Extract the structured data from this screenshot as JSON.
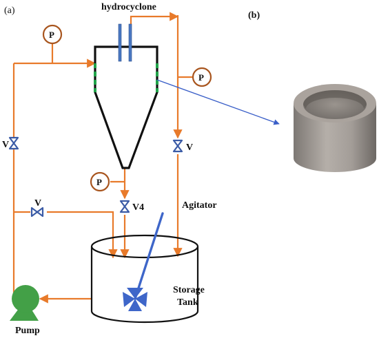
{
  "panels": {
    "left_label": "(a)",
    "right_label": "(b)"
  },
  "labels": {
    "hydrocyclone": "hydrocyclone",
    "agitator": "Agitator",
    "storage_tank_line1": "Storage",
    "storage_tank_line2": "Tank",
    "pump": "Pump"
  },
  "valves": {
    "left": "V",
    "right": "V",
    "middle": "V",
    "underflow": "V4"
  },
  "gauges": {
    "inlet": "P",
    "overflow": "P",
    "underflow": "P"
  },
  "colors": {
    "pipe": "#e87a2a",
    "cyclone": "#111111",
    "vortex_finder": "#4a78c2",
    "green_section": "#21a34a",
    "valve": "#3b5ba6",
    "gauge": "#a8551e",
    "agitator": "#3e66c9",
    "pump": "#43a047",
    "callout": "#3a5fc8"
  }
}
